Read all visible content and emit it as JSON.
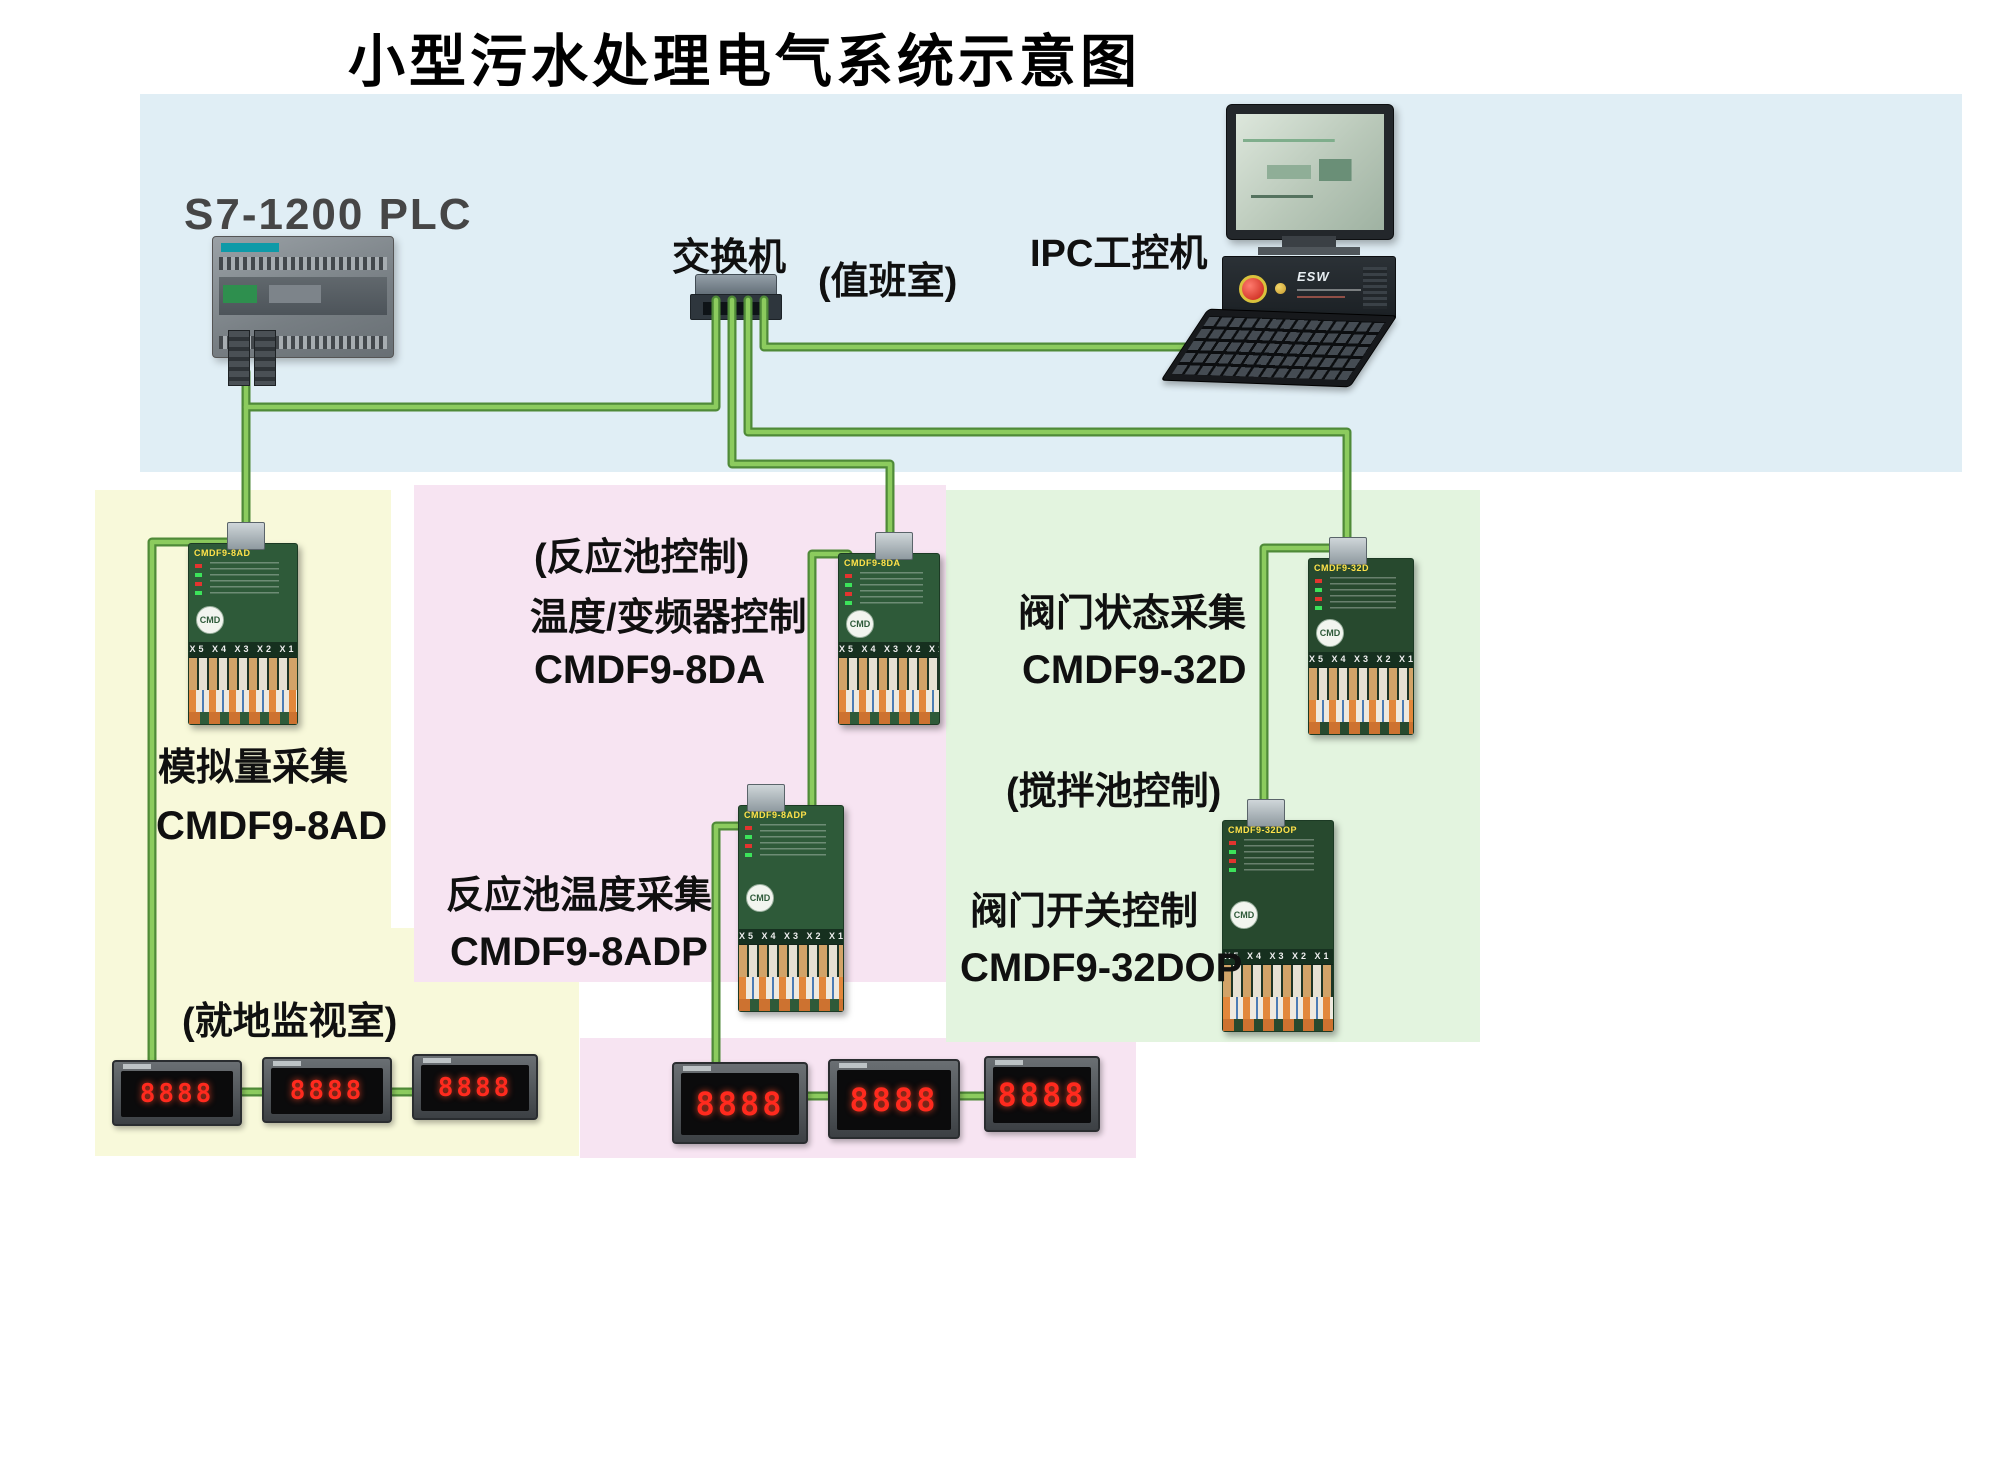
{
  "title": "小型污水处理电气系统示意图",
  "labels": {
    "plc": "S7-1200  PLC",
    "switch": "交换机",
    "duty_room": "(值班室)",
    "ipc": "IPC工控机",
    "reactor_control": "(反应池控制)",
    "temp_vfd_control": "温度/变频器控制",
    "da_model": "CMDF9-8DA",
    "valve_status": "阀门状态采集",
    "d32_model": "CMDF9-32D",
    "analog_acquisition": "模拟量采集",
    "ad_model": "CMDF9-8AD",
    "mixing_control": "(搅拌池控制)",
    "reactor_temp": "反应池温度采集",
    "adp_model": "CMDF9-8ADP",
    "valve_switch_control": "阀门开关控制",
    "dop_model": "CMDF9-32DOP",
    "local_room": "(就地监视室)"
  },
  "devices": {
    "module_logo": "CMD",
    "terminal_labels": "X5 X4 X3 X2 X1",
    "meter_value": "8888",
    "ipc_tower_label": "ESW",
    "modules": {
      "m8ad": "CMDF9-8AD",
      "m8da": "CMDF9-8DA",
      "m8adp": "CMDF9-8ADP",
      "m32d": "CMDF9-32D",
      "m32dop": "CMDF9-32DOP"
    }
  },
  "colors": {
    "region_control_room": "#e0eef5",
    "region_local_monitor": "#f8f9da",
    "region_reactor": "#f7e4f2",
    "region_valve": "#e3f4df",
    "cable": "#7cc454"
  }
}
